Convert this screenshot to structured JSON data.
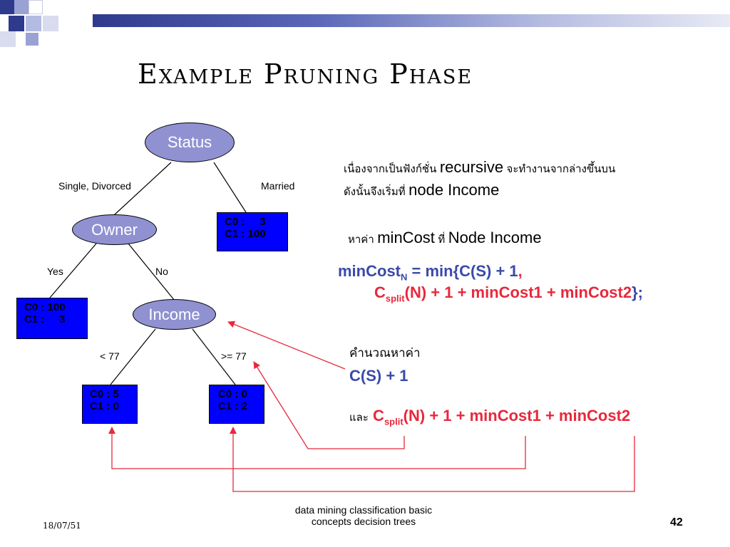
{
  "slide": {
    "title": "Example Pruning Phase",
    "date": "18/07/51",
    "footer_line1": "data mining classification basic",
    "footer_line2": "concepts decision trees",
    "page_number": "42"
  },
  "tree": {
    "root": "Status",
    "edge_left": "Single, Divorced",
    "edge_right": "Married",
    "owner": "Owner",
    "edge_yes": "Yes",
    "edge_no": "No",
    "income": "Income",
    "edge_lt": "< 77",
    "edge_ge": ">= 77",
    "married_box": [
      "C0 :     3",
      "C1 : 100"
    ],
    "owner_yes_box": [
      "C0 : 100",
      "C1 :     3"
    ],
    "income_lt_box": [
      "C0 : 5",
      "C1 : 0"
    ],
    "income_ge_box": [
      "C0 : 0",
      "C1 : 2"
    ]
  },
  "explanation": {
    "line1_thai": "เนื่องจากเป็นฟังก์ชั่น",
    "line1_word": "recursive",
    "line1_thai_end": "จะทำงานจากล่างขึ้นบน",
    "line2_thai": "ดังนั้นจึงเริ่มที่",
    "line2_word": "node Income",
    "find_thai": "หาค่า",
    "find_word": "minCost",
    "find_at_thai": "ที่",
    "find_node": "Node Income",
    "formula_a": "minCost",
    "formula_a_sub": "N",
    "formula_b": " = min{",
    "formula_c": "C(S) + 1",
    "formula_comma": ",",
    "formula2_c": "C",
    "formula2_sub": "split",
    "formula2_rest": "(N) + 1 + minCost1 + minCost2",
    "formula2_end": "};",
    "calc_thai": "คำนวณหาค่า",
    "cs1": "C(S) + 1",
    "and_thai": "และ",
    "cs2_c": "C",
    "cs2_sub": "split",
    "cs2_rest": "(N) + 1 + minCost1 + minCost2"
  },
  "colors": {
    "node_fill": "#8f91d1",
    "leaf_fill": "#0000ff",
    "formula_blue": "#3a4aa8",
    "formula_red": "#e8283c",
    "arrow_red": "#e8283c"
  }
}
